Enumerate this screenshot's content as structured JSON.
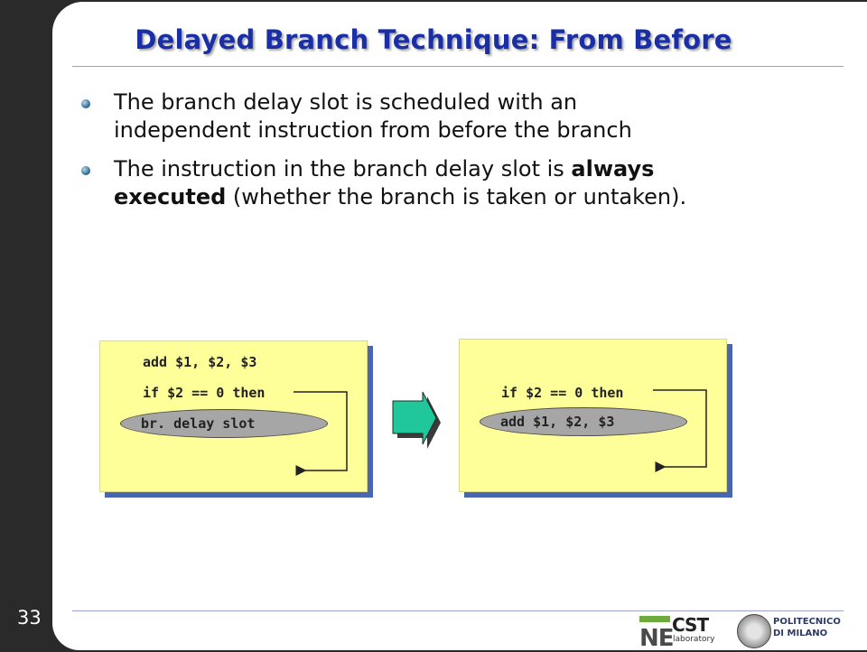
{
  "slide": {
    "title": "Delayed Branch Technique: From Before",
    "page_number": "33"
  },
  "bullets": [
    {
      "lines": [
        "The branch delay slot is scheduled with an",
        "independent instruction from before the branch"
      ]
    },
    {
      "line1_pre": "The instruction in the branch delay slot is ",
      "line1_bold": "always",
      "line2_bold": "executed",
      "line2_post": " (whether the branch is taken or untaken)."
    }
  ],
  "diagram": {
    "before": {
      "line1": "add $1, $2, $3",
      "line2": "if $2 == 0 then",
      "slot": "br. delay slot"
    },
    "after": {
      "line1": "if $2 == 0 then",
      "slot": "add $1, $2, $3"
    }
  },
  "footer": {
    "necst_ne": "NE",
    "necst_cst": "CST",
    "necst_sub": "laboratory",
    "polimi_line1": "POLITECNICO",
    "polimi_line2": "DI MILANO"
  },
  "colors": {
    "title": "#1a2fa6",
    "box_fill": "#ffff99",
    "box_shadow": "#4a66b0",
    "arrow": "#1fc79a",
    "ellipse": "#a6a6a6"
  }
}
